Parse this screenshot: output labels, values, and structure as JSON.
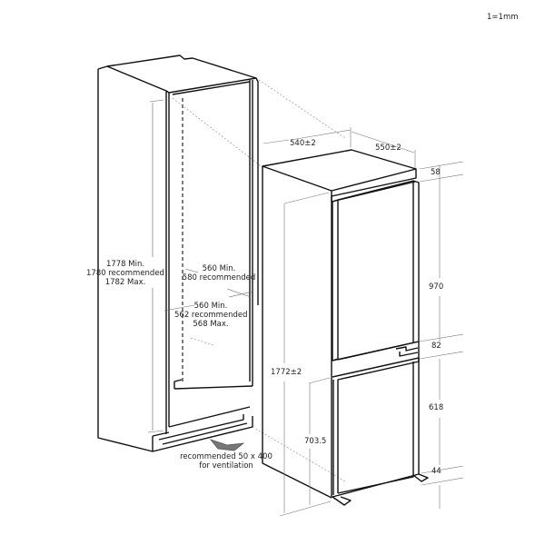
{
  "scale_note": "1=1mm",
  "cabinet": {
    "height_label": [
      "1778 Min.",
      "1780 recommended",
      "1782 Max."
    ],
    "depth_label": [
      "560 Min.",
      "580 recommended"
    ],
    "width_label": [
      "560 Min.",
      "562 recommended",
      "568 Max."
    ],
    "ventilation_label": [
      "recommended 50 x 400",
      "for ventilation"
    ]
  },
  "appliance": {
    "width_label": "540±2",
    "depth_label": "550±2",
    "total_height_label": "1772±2",
    "lower_height_label": "703.5",
    "top_gap_label": "58",
    "upper_door_label": "970",
    "middle_gap_label": "82",
    "lower_door_label": "618",
    "bottom_gap_label": "44"
  }
}
